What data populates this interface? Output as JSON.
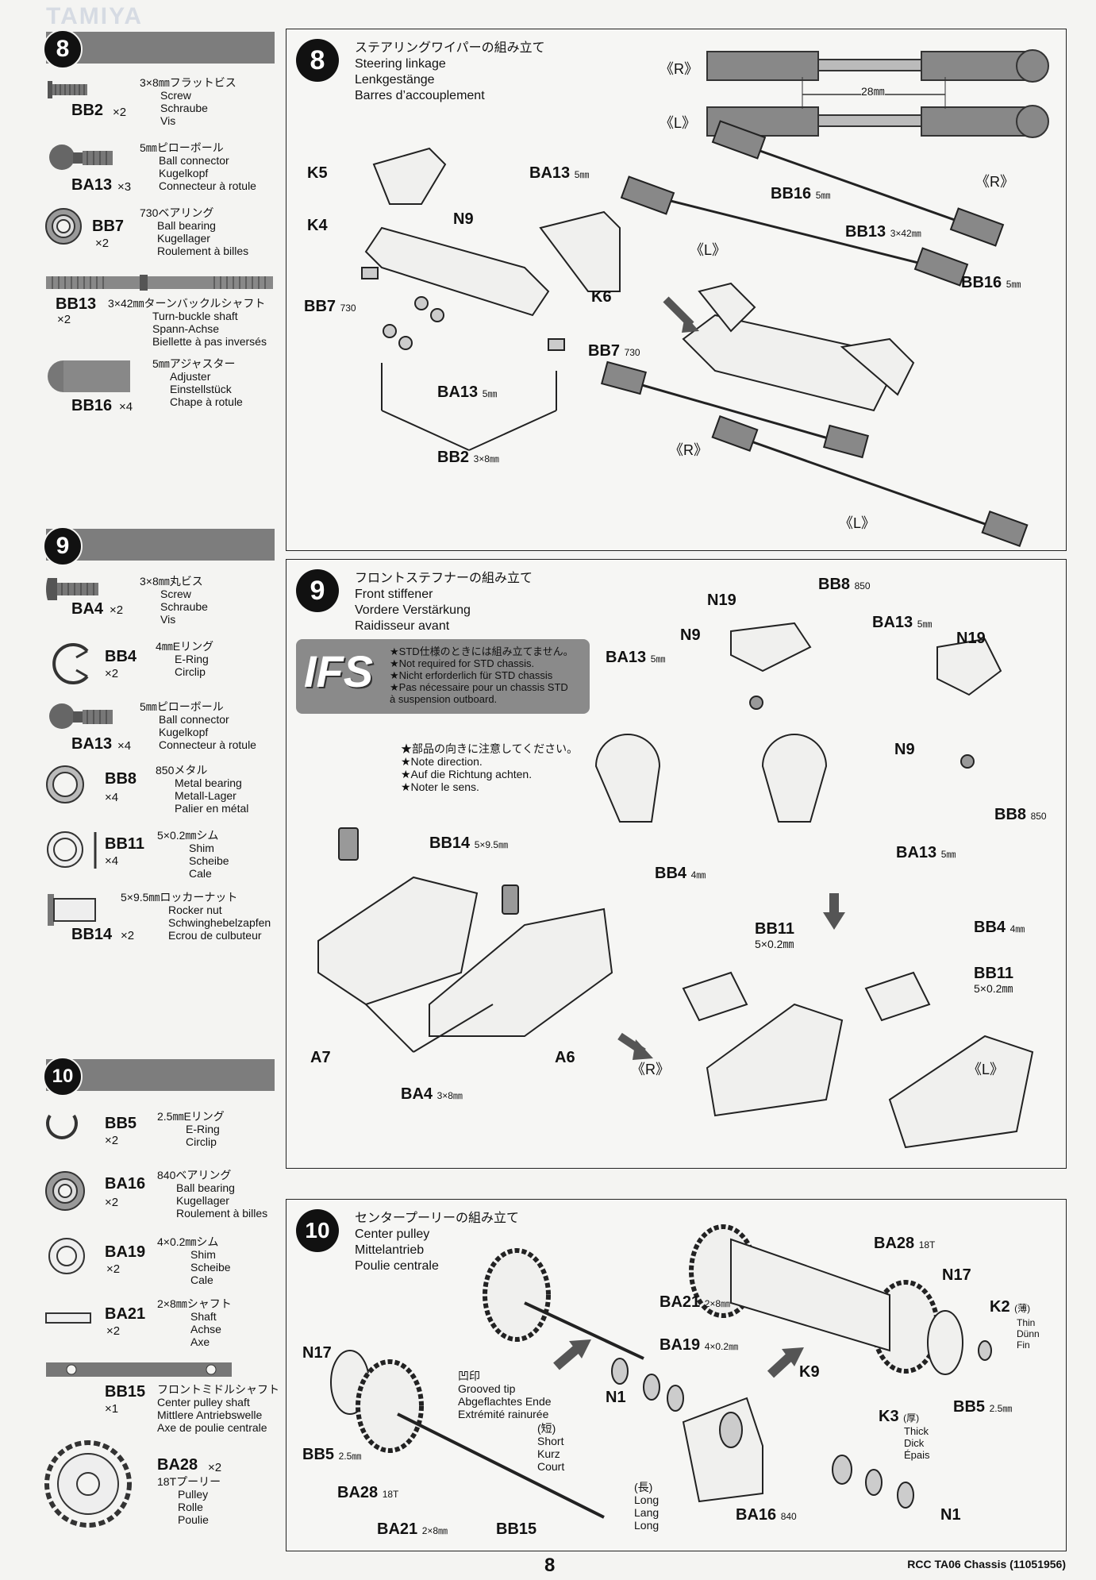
{
  "brand": "TAMIYA",
  "steps": [
    {
      "number": "8",
      "parts": [
        {
          "code": "BB2",
          "qty": "×2",
          "jp": "3×8㎜フラットビス",
          "names": [
            "Screw",
            "Schraube",
            "Vis"
          ]
        },
        {
          "code": "BA13",
          "qty": "×3",
          "jp": "5㎜ピローボール",
          "names": [
            "Ball connector",
            "Kugelkopf",
            "Connecteur à rotule"
          ]
        },
        {
          "code": "BB7",
          "qty": "×2",
          "jp": "730ベアリング",
          "names": [
            "Ball bearing",
            "Kugellager",
            "Roulement à billes"
          ]
        },
        {
          "code": "BB13",
          "qty": "×2",
          "jp": "3×42㎜ターンバックルシャフト",
          "names": [
            "Turn-buckle shaft",
            "Spann-Achse",
            "Biellette à pas inversés"
          ]
        },
        {
          "code": "BB16",
          "qty": "×4",
          "jp": "5㎜アジャスター",
          "names": [
            "Adjuster",
            "Einstellstück",
            "Chape à rotule"
          ]
        }
      ],
      "panel": {
        "jp": "ステアリングワイパーの組み立て",
        "en": "Steering linkage",
        "de": "Lenkgestänge",
        "fr": "Barres d’accouplement",
        "labels": {
          "r": "《R》",
          "l": "《L》",
          "dim": "28㎜",
          "k5": "K5",
          "k4": "K4",
          "n9": "N9",
          "k6": "K6",
          "ba13a": "BA13",
          "ba13a_s": "5㎜",
          "ba13b": "BA13",
          "ba13b_s": "5㎜",
          "bb7a": "BB7",
          "bb7a_s": "730",
          "bb7b": "BB7",
          "bb7b_s": "730",
          "bb2": "BB2",
          "bb2_s": "3×8㎜",
          "bb16a": "BB16",
          "bb16a_s": "5㎜",
          "bb13": "BB13",
          "bb13_s": "3×42㎜",
          "bb16b": "BB16",
          "bb16b_s": "5㎜",
          "l2": "《L》",
          "r2": "《R》",
          "r3": "《R》",
          "l3": "《L》"
        }
      }
    },
    {
      "number": "9",
      "parts": [
        {
          "code": "BA4",
          "qty": "×2",
          "jp": "3×8㎜丸ビス",
          "names": [
            "Screw",
            "Schraube",
            "Vis"
          ]
        },
        {
          "code": "BB4",
          "qty": "×2",
          "jp": "4㎜Eリング",
          "names": [
            "E-Ring",
            "Circlip"
          ]
        },
        {
          "code": "BA13",
          "qty": "×4",
          "jp": "5㎜ピローボール",
          "names": [
            "Ball connector",
            "Kugelkopf",
            "Connecteur à rotule"
          ]
        },
        {
          "code": "BB8",
          "qty": "×4",
          "jp": "850メタル",
          "names": [
            "Metal bearing",
            "Metall-Lager",
            "Palier en métal"
          ]
        },
        {
          "code": "BB11",
          "qty": "×4",
          "jp": "5×0.2㎜シム",
          "names": [
            "Shim",
            "Scheibe",
            "Cale"
          ]
        },
        {
          "code": "BB14",
          "qty": "×2",
          "jp": "5×9.5㎜ロッカーナット",
          "names": [
            "Rocker nut",
            "Schwinghebelzapfen",
            "Ecrou de culbuteur"
          ]
        }
      ],
      "panel": {
        "jp": "フロントステフナーの組み立て",
        "en": "Front stiffener",
        "de": "Vordere Verstärkung",
        "fr": "Raidisseur avant",
        "ifs": {
          "mark": "IFS",
          "lines": [
            "★STD仕様のときには組み立てません。",
            "★Not required for STD chassis.",
            "★Nicht erforderlich für STD chassis",
            "★Pas nécessaire pour un chassis STD",
            "à suspension outboard."
          ]
        },
        "note": [
          "★部品の向きに注意してください。",
          "★Note direction.",
          "★Auf die Richtung achten.",
          "★Noter le sens."
        ],
        "labels": {
          "bb8a": "BB8",
          "bb8a_s": "850",
          "n19a": "N19",
          "n9a": "N9",
          "ba13a": "BA13",
          "ba13a_s": "5㎜",
          "ba13b": "BA13",
          "ba13b_s": "5㎜",
          "n19b": "N19",
          "n9b": "N9",
          "bb8b": "BB8",
          "bb8b_s": "850",
          "ba13c": "BA13",
          "ba13c_s": "5㎜",
          "bb14": "BB14",
          "bb14_s": "5×9.5㎜",
          "bb4a": "BB4",
          "bb4a_s": "4㎜",
          "bb11a": "BB11",
          "bb11a_s": "5×0.2㎜",
          "bb4b": "BB4",
          "bb4b_s": "4㎜",
          "bb11b": "BB11",
          "bb11b_s": "5×0.2㎜",
          "a7": "A7",
          "a6": "A6",
          "ba4": "BA4",
          "ba4_s": "3×8㎜",
          "r": "《R》",
          "l": "《L》"
        }
      }
    },
    {
      "number": "10",
      "parts": [
        {
          "code": "BB5",
          "qty": "×2",
          "jp": "2.5㎜Eリング",
          "names": [
            "E-Ring",
            "Circlip"
          ]
        },
        {
          "code": "BA16",
          "qty": "×2",
          "jp": "840ベアリング",
          "names": [
            "Ball bearing",
            "Kugellager",
            "Roulement à billes"
          ]
        },
        {
          "code": "BA19",
          "qty": "×2",
          "jp": "4×0.2㎜シム",
          "names": [
            "Shim",
            "Scheibe",
            "Cale"
          ]
        },
        {
          "code": "BA21",
          "qty": "×2",
          "jp": "2×8㎜シャフト",
          "names": [
            "Shaft",
            "Achse",
            "Axe"
          ]
        },
        {
          "code": "BB15",
          "qty": "×1",
          "jp": "フロントミドルシャフト",
          "names": [
            "Center pulley shaft",
            "Mittlere Antriebswelle",
            "Axe de poulie centrale"
          ]
        },
        {
          "code": "BA28",
          "qty": "×2",
          "jp": "18Tプーリー",
          "names": [
            "Pulley",
            "Rolle",
            "Poulie"
          ]
        }
      ],
      "panel": {
        "jp": "センタープーリーの組み立て",
        "en": "Center pulley",
        "de": "Mittelantrieb",
        "fr": "Poulie centrale",
        "labels": {
          "n17a": "N17",
          "bb5a": "BB5",
          "bb5a_s": "2.5㎜",
          "ba28a": "BA28",
          "ba28a_s": "18T",
          "ba21a": "BA21",
          "ba21a_s": "2×8㎜",
          "bb15": "BB15",
          "grooved": [
            "凹印",
            "Grooved tip",
            "Abgeflachtes Ende",
            "Extrémité rainurée"
          ],
          "short": [
            "(短)",
            "Short",
            "Kurz",
            "Court"
          ],
          "long": [
            "(長)",
            "Long",
            "Lang",
            "Long"
          ],
          "n1a": "N1",
          "ba19": "BA19",
          "ba19_s": "4×0.2㎜",
          "k9": "K9",
          "ba21b": "BA21",
          "ba21b_s": "2×8㎜",
          "ba28b": "BA28",
          "ba28b_s": "18T",
          "n17b": "N17",
          "k2": "K2",
          "k2_s": "(薄)",
          "k2_t": [
            "Thin",
            "Dünn",
            "Fin"
          ],
          "bb5b": "BB5",
          "bb5b_s": "2.5㎜",
          "k3": "K3",
          "k3_s": "(厚)",
          "k3_t": [
            "Thick",
            "Dick",
            "Épais"
          ],
          "ba16": "BA16",
          "ba16_s": "840",
          "n1b": "N1"
        }
      }
    }
  ],
  "footer": {
    "page": "8",
    "model": "RCC TA06 Chassis (11051956)"
  }
}
